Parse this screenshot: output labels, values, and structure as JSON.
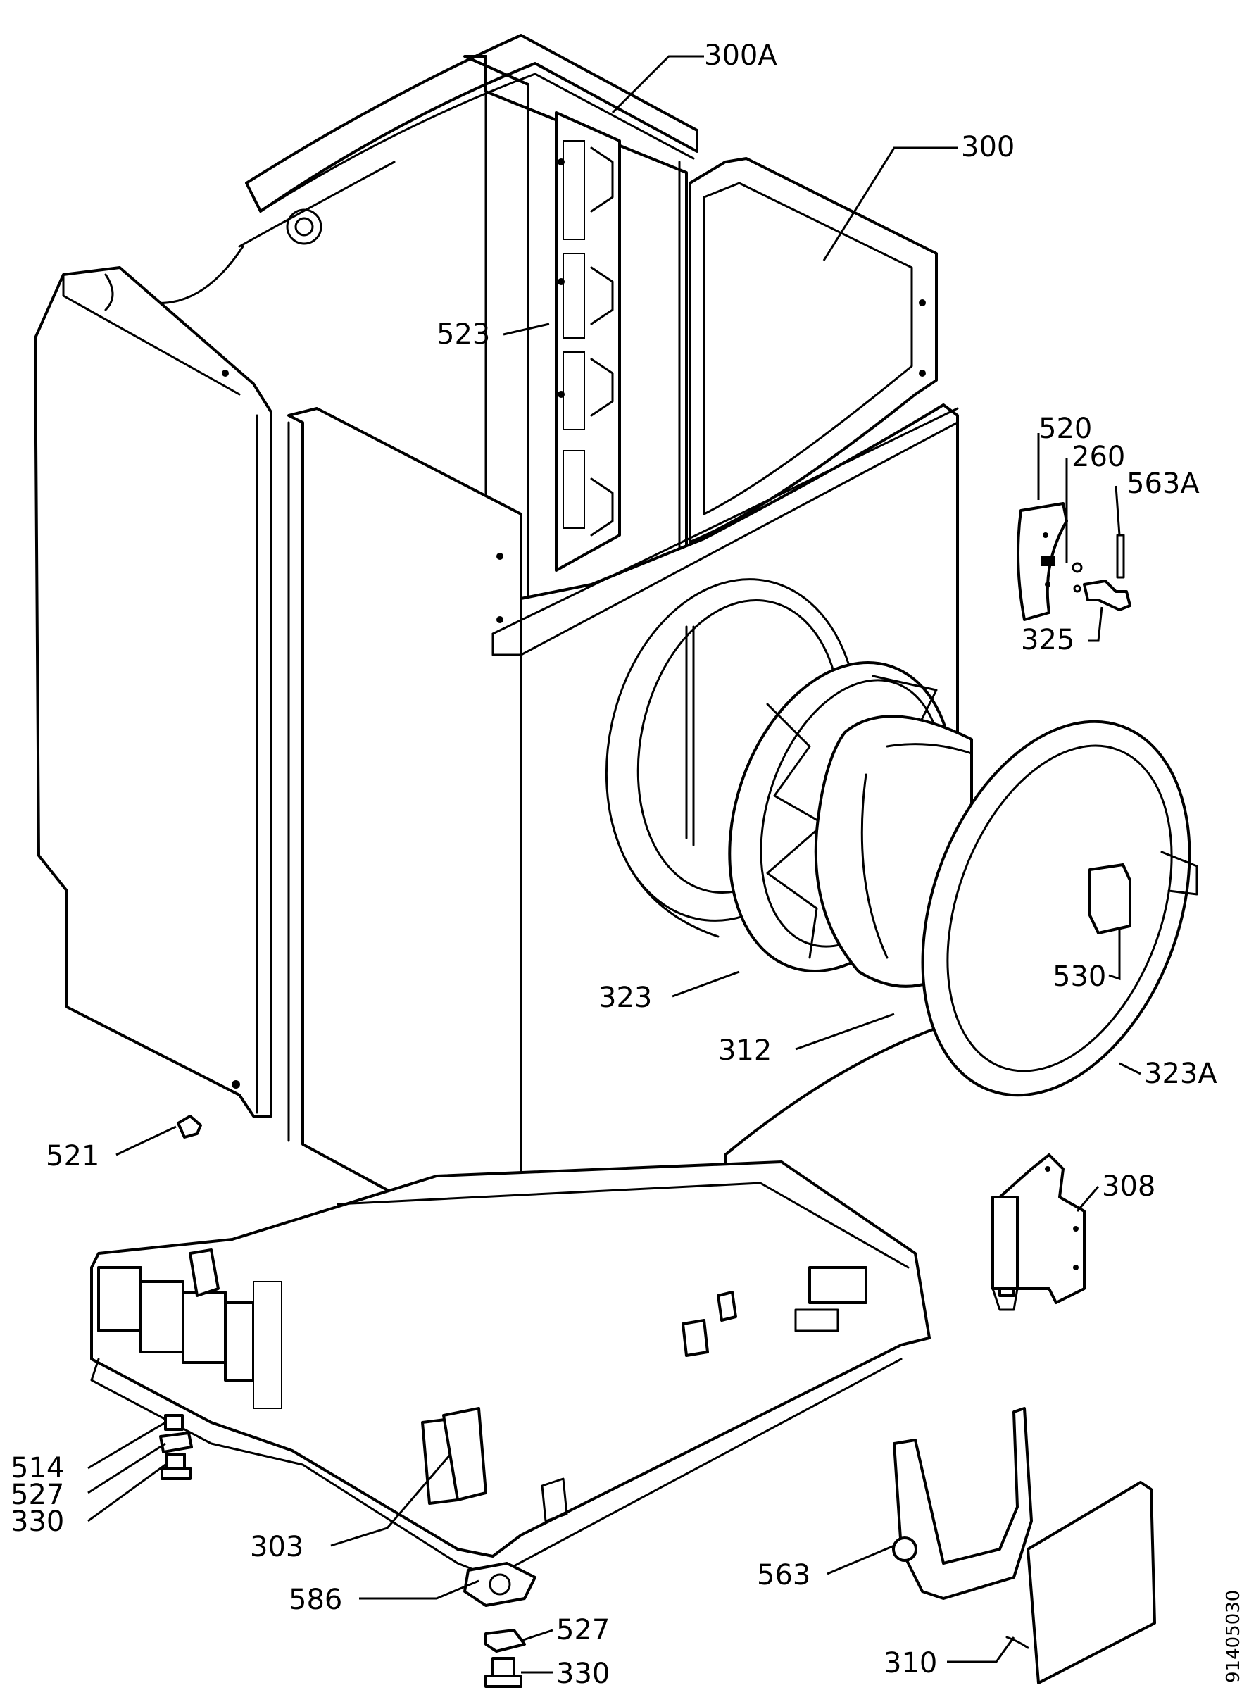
{
  "labels": {
    "l300A": "300A",
    "l300": "300",
    "l523": "523",
    "l520": "520",
    "l260": "260",
    "l563A": "563A",
    "l325": "325",
    "l323": "323",
    "l530": "530",
    "l312": "312",
    "l323A": "323A",
    "l521": "521",
    "l308": "308",
    "l514": "514",
    "l527a": "527",
    "l330a": "330",
    "l303": "303",
    "l586": "586",
    "l527b": "527",
    "l330b": "330",
    "l563": "563",
    "l310": "310"
  },
  "drawing_code": "91405030"
}
